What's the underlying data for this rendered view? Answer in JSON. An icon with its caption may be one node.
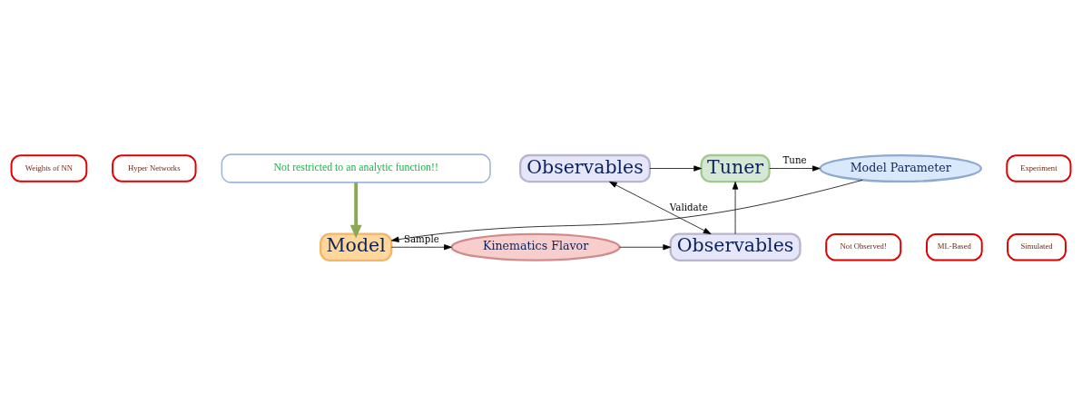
{
  "diagram": {
    "nodes": [
      {
        "text": [
          "Weights of NN"
        ]
      },
      {
        "text": [
          "Hyper Networks"
        ]
      },
      {
        "text": [
          "Model Parameter"
        ]
      },
      {
        "text": [
          "Tuner"
        ]
      },
      {
        "text": [
          "Observables"
        ]
      },
      {
        "text": [
          "Experiment"
        ]
      },
      {
        "text": [
          "Not Observed!"
        ]
      },
      {
        "text": [
          "Model"
        ]
      },
      {
        "text": [
          "Kinematics Flavor"
        ]
      },
      {
        "text": [
          "Observables"
        ]
      },
      {
        "text": [
          "ML-Based"
        ]
      },
      {
        "text": [
          "Simulated"
        ]
      },
      {
        "text": [
          "Not restricted to an analytic function!!"
        ]
      }
    ],
    "edges": [
      {
        "from": 3,
        "to": 2,
        "arrow": "to",
        "label": "Tune"
      },
      {
        "from": 4,
        "to": 3,
        "arrow": "to"
      },
      {
        "from": 9,
        "to": 3,
        "arrow": "to"
      },
      {
        "from": 2,
        "to": 7,
        "arrow": "to"
      },
      {
        "from": 7,
        "to": 8,
        "arrow": "to",
        "label": "Sample"
      },
      {
        "from": 8,
        "to": 9,
        "arrow": "to"
      },
      {
        "from": 4,
        "to": 9,
        "arrow": "both",
        "label": "Validate"
      },
      {
        "from": 12,
        "to": 7,
        "arrow": "to",
        "style": "thick",
        "color": "#8aa957"
      }
    ]
  }
}
